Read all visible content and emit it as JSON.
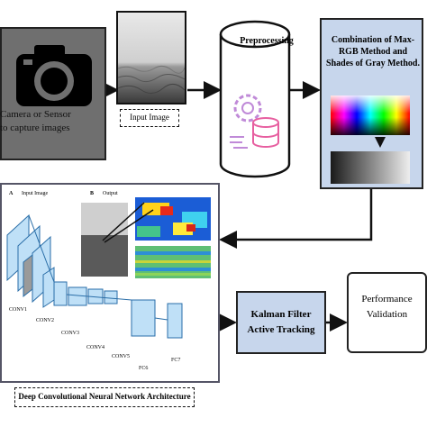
{
  "camera": {
    "label_line1": "Camera or Sensor",
    "label_line2": "to capture images",
    "icon": "camera-icon"
  },
  "input_image": {
    "label": "Input Image"
  },
  "preprocessing": {
    "title": "Preprocessing",
    "icon": "gear-database-icon"
  },
  "combination": {
    "title": "Combination of Max-RGB Method and Shades of Gray Method."
  },
  "cnn": {
    "panel_a_letter": "A",
    "panel_a_title": "Input Image",
    "panel_b_letter": "B",
    "panel_b_title": "Output",
    "layers": [
      "CONV1",
      "CONV2",
      "CONV3",
      "CONV4",
      "CONV5",
      "FC6",
      "FC7"
    ],
    "caption": "Deep Convolutional Neural Network Architecture"
  },
  "kalman": {
    "line1": "Kalman Filter",
    "line2": "Active Tracking"
  },
  "performance": {
    "line1": "Performance",
    "line2": "Validation"
  },
  "colors": {
    "box_fill": "#c7d6ec",
    "layer_fill": "#bfe0f7",
    "arrow": "#111111"
  }
}
